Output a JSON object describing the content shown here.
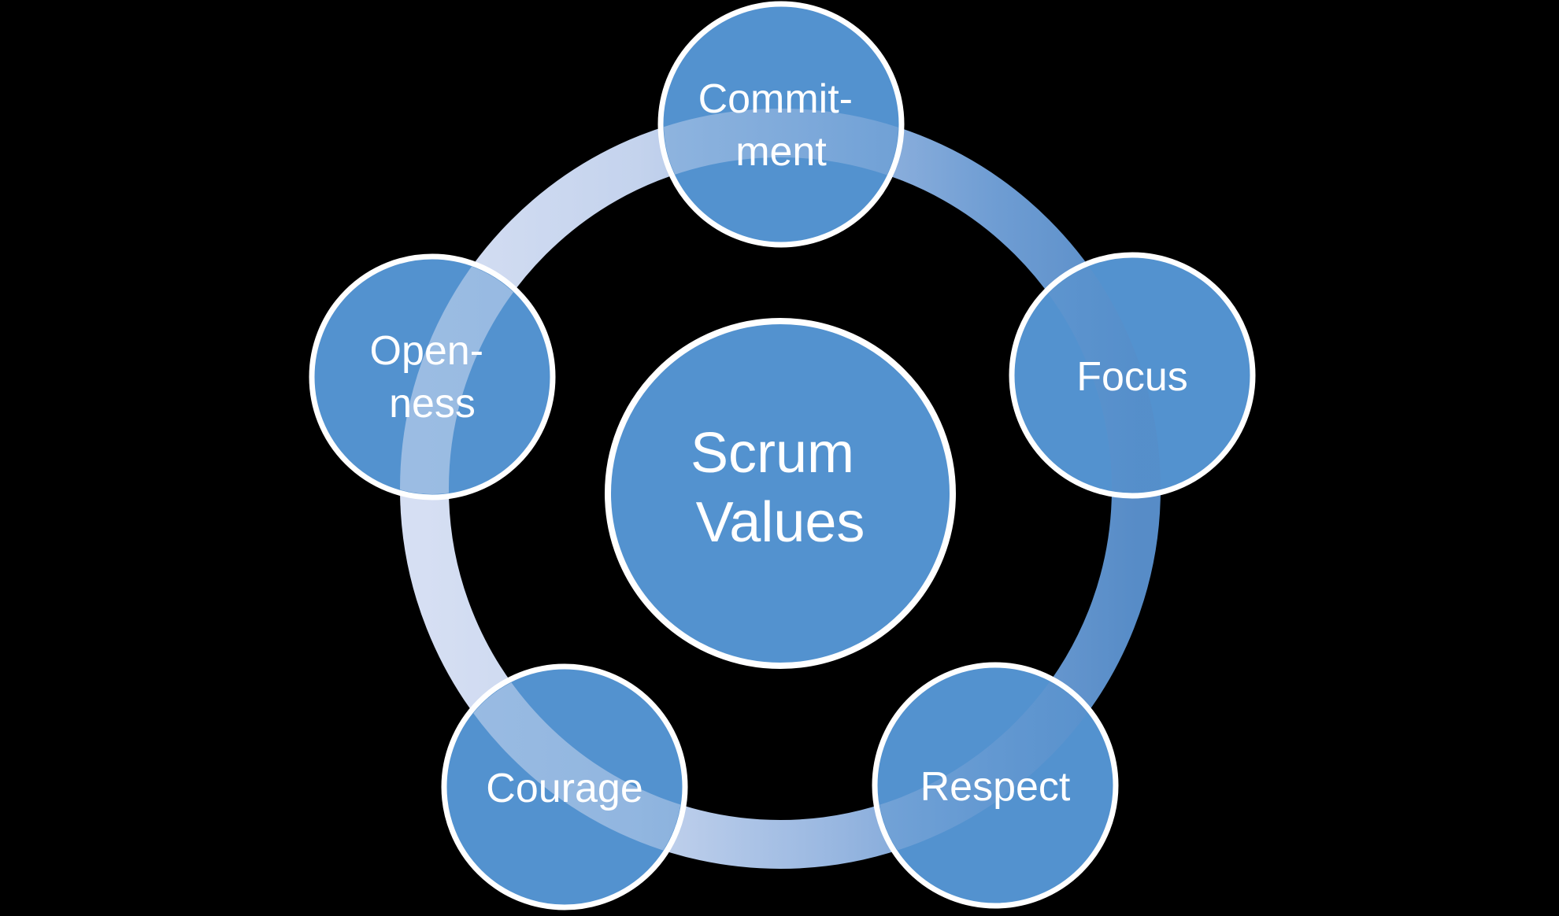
{
  "diagram": {
    "type": "cycle-diagram",
    "title": "Scrum Values",
    "center": {
      "id": "scrum-values",
      "line1": "Scrum",
      "line2": "Values"
    },
    "nodes": [
      {
        "id": "commitment",
        "position": "top",
        "line1": "Commit-",
        "line2": "ment"
      },
      {
        "id": "focus",
        "position": "right",
        "line1": "Focus",
        "line2": ""
      },
      {
        "id": "respect",
        "position": "bottom-right",
        "line1": "Respect",
        "line2": ""
      },
      {
        "id": "courage",
        "position": "bottom-left",
        "line1": "Courage",
        "line2": ""
      },
      {
        "id": "openness",
        "position": "left",
        "line1": "Open-",
        "line2": "ness"
      }
    ],
    "colors": {
      "background": "#000000",
      "node_fill": "#5392cf",
      "node_border": "#ffffff",
      "text": "#ffffff",
      "ring_stops": [
        "#d6dff3",
        "#c4d3ed",
        "#9dbae2",
        "#6f9dd3",
        "#578cc7"
      ]
    }
  }
}
